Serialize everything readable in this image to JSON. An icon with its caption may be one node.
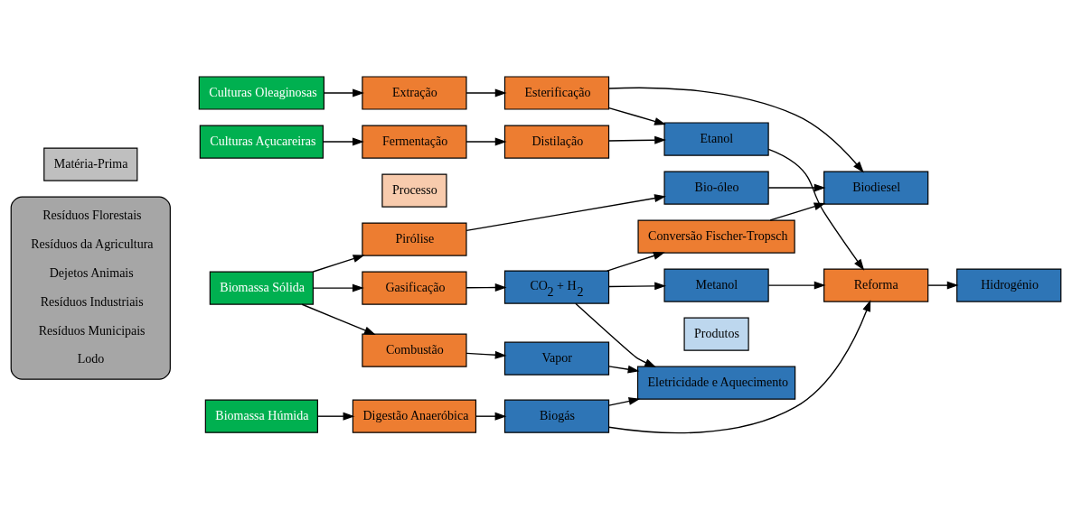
{
  "diagram": {
    "nodes": [
      {
        "text": [
          "Matéria-Prima"
        ]
      },
      {
        "text": [
          "Processo"
        ]
      },
      {
        "text": [
          "Produtos"
        ]
      },
      {
        "text": [
          "Resíduos Florestais",
          "Resíduos da Agricultura",
          "Dejetos Animais",
          "Resíduos Industriais",
          "Resíduos Municipais",
          "Lodo"
        ]
      },
      {
        "text": [
          "Biomassa Sólida"
        ]
      },
      {
        "text": [
          "Culturas Oleaginosas"
        ]
      },
      {
        "text": [
          "Culturas Açucareiras"
        ]
      },
      {
        "text": [
          "Biomassa Húmida"
        ]
      },
      {
        "text": [
          "Combustão"
        ]
      },
      {
        "text": [
          "Gasificação"
        ]
      },
      {
        "text": [
          "Pirólise"
        ]
      },
      {
        "text": [
          "Extração"
        ]
      },
      {
        "text": [
          "Fermentação"
        ]
      },
      {
        "text": [
          "Digestão Anaeróbica"
        ]
      },
      {
        "text": [
          "Vapor"
        ]
      },
      {
        "text": [
          "CO$_{2}$ + H$_{2}$"
        ]
      },
      {
        "text": [
          "Bio-óleo"
        ]
      },
      {
        "text": [
          "Esterificação"
        ]
      },
      {
        "text": [
          "Distilação"
        ]
      },
      {
        "text": [
          "Biogás"
        ]
      },
      {
        "text": [
          "Eletricidade e Aquecimento"
        ]
      },
      {
        "text": [
          "Metanol"
        ]
      },
      {
        "text": [
          "Conversão Fischer-Tropsch"
        ]
      },
      {
        "text": [
          "Biodiesel"
        ]
      },
      {
        "text": [
          "Etanol"
        ]
      },
      {
        "text": [
          "Reforma"
        ]
      },
      {
        "text": [
          "Hidrogénio"
        ]
      }
    ],
    "edges": [
      {
        "from": 4,
        "to": 8,
        "arrow": "to"
      },
      {
        "from": 4,
        "to": 9,
        "arrow": "to"
      },
      {
        "from": 4,
        "to": 10,
        "arrow": "to"
      },
      {
        "from": 5,
        "to": 11,
        "arrow": "to"
      },
      {
        "from": 6,
        "to": 12,
        "arrow": "to"
      },
      {
        "from": 7,
        "to": 13,
        "arrow": "to"
      },
      {
        "from": 8,
        "to": 14,
        "arrow": "to"
      },
      {
        "from": 9,
        "to": 15,
        "arrow": "to"
      },
      {
        "from": 10,
        "to": 16,
        "arrow": "to"
      },
      {
        "from": 11,
        "to": 17,
        "arrow": "to"
      },
      {
        "from": 12,
        "to": 18,
        "arrow": "to"
      },
      {
        "from": 13,
        "to": 19,
        "arrow": "to"
      },
      {
        "from": 14,
        "to": 20,
        "arrow": "to"
      },
      {
        "from": 15,
        "to": 20,
        "arrow": "to"
      },
      {
        "from": 15,
        "to": 21,
        "arrow": "to"
      },
      {
        "from": 15,
        "to": 22,
        "arrow": "to"
      },
      {
        "from": 16,
        "to": 23,
        "arrow": "to"
      },
      {
        "from": 17,
        "to": 23,
        "arrow": "to"
      },
      {
        "from": 17,
        "to": 24,
        "arrow": "to"
      },
      {
        "from": 18,
        "to": 24,
        "arrow": "to"
      },
      {
        "from": 22,
        "to": 23,
        "arrow": "to"
      },
      {
        "from": 21,
        "to": 25,
        "arrow": "to"
      },
      {
        "from": 24,
        "to": 25,
        "arrow": "to"
      },
      {
        "from": 19,
        "to": 25,
        "arrow": "to"
      },
      {
        "from": 25,
        "to": 26,
        "arrow": "to"
      },
      {
        "from": 19,
        "to": 20,
        "arrow": "to"
      }
    ]
  }
}
